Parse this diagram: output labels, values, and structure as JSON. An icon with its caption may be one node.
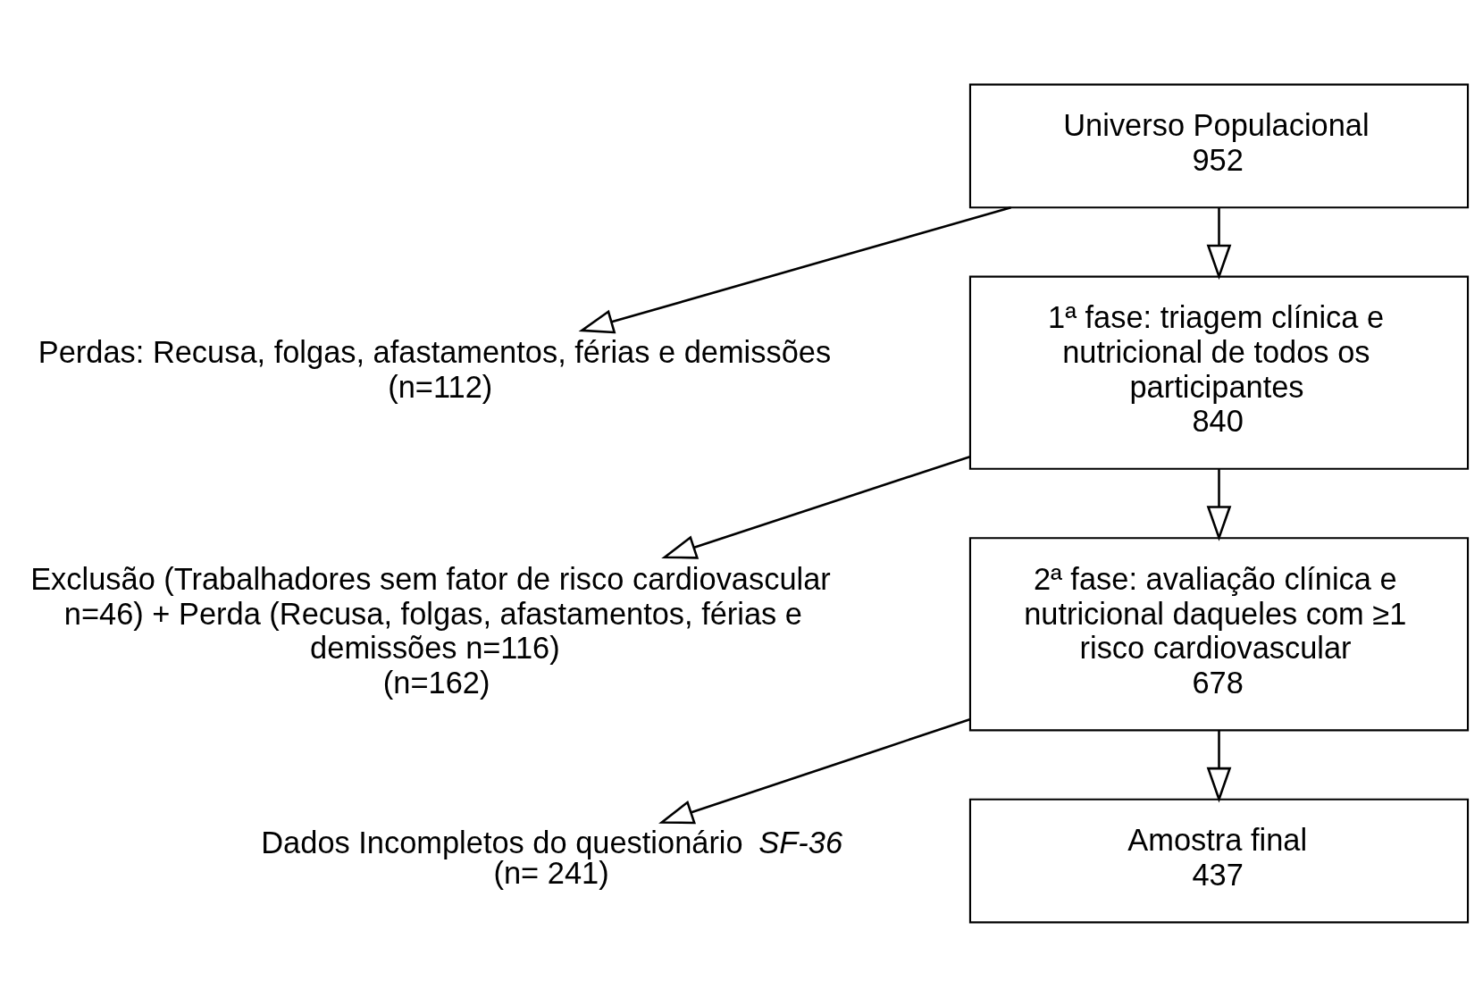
{
  "diagram": {
    "nodes": [
      {
        "text": [
          "Universo Populacional",
          "952"
        ]
      },
      {
        "text": [
          "Perdas: Recusa, folgas, afastamentos, férias e demissões",
          "(n=112)"
        ]
      },
      {
        "text": [
          "1ª fase: triagem clínica e nutricional de todos os participantes",
          "840"
        ]
      },
      {
        "text": [
          "Exclusão (Trabalhadores sem fator de risco cardiovascular n=46) + Perda (Recusa, folgas, afastamentos, férias e demissões n=116)",
          "(n=162)"
        ]
      },
      {
        "text": [
          "2ª fase: avaliação clínica e nutricional daqueles com ≥1 risco cardiovascular",
          "678"
        ]
      },
      {
        "text": [
          "Dados Incompletos do questionário *SF-36*",
          "(n= 241)"
        ]
      },
      {
        "text": [
          "Amostra final",
          "437"
        ]
      }
    ],
    "edges": [
      {
        "from": 0,
        "to": 2,
        "arrow": "to"
      },
      {
        "from": 0,
        "to": 1,
        "arrow": "to"
      },
      {
        "from": 2,
        "to": 4,
        "arrow": "to"
      },
      {
        "from": 2,
        "to": 3,
        "arrow": "to"
      },
      {
        "from": 4,
        "to": 6,
        "arrow": "to"
      },
      {
        "from": 4,
        "to": 5,
        "arrow": "to"
      }
    ]
  }
}
